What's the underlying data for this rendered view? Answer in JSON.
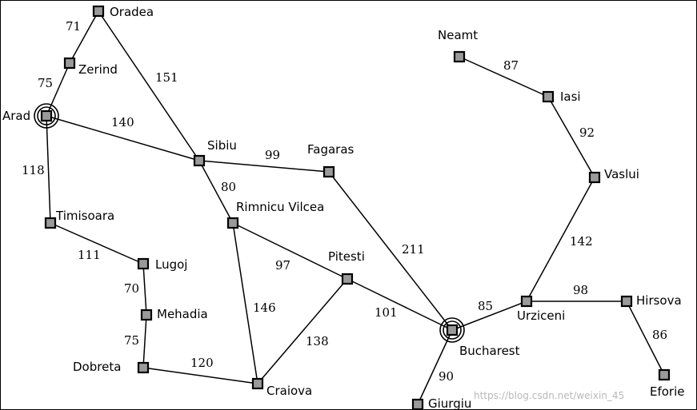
{
  "cities": [
    {
      "id": "oradea",
      "name": "Oradea"
    },
    {
      "id": "zerind",
      "name": "Zerind"
    },
    {
      "id": "arad",
      "name": "Arad",
      "ringed": true
    },
    {
      "id": "sibiu",
      "name": "Sibiu"
    },
    {
      "id": "fagaras",
      "name": "Fagaras"
    },
    {
      "id": "timisoara",
      "name": "Timisoara"
    },
    {
      "id": "rimnicu-vilcea",
      "name": "Rimnicu Vilcea"
    },
    {
      "id": "lugoj",
      "name": "Lugoj"
    },
    {
      "id": "pitesti",
      "name": "Pitesti"
    },
    {
      "id": "mehadia",
      "name": "Mehadia"
    },
    {
      "id": "dobreta",
      "name": "Dobreta"
    },
    {
      "id": "craiova",
      "name": "Craiova"
    },
    {
      "id": "bucharest",
      "name": "Bucharest",
      "ringed": true
    },
    {
      "id": "giurgiu",
      "name": "Giurgiu"
    },
    {
      "id": "neamt",
      "name": "Neamt"
    },
    {
      "id": "iasi",
      "name": "Iasi"
    },
    {
      "id": "vaslui",
      "name": "Vaslui"
    },
    {
      "id": "urziceni",
      "name": "Urziceni"
    },
    {
      "id": "hirsova",
      "name": "Hirsova"
    },
    {
      "id": "eforie",
      "name": "Eforie"
    }
  ],
  "roads": [
    {
      "from": "oradea",
      "to": "zerind",
      "distance": "71"
    },
    {
      "from": "zerind",
      "to": "arad",
      "distance": "75"
    },
    {
      "from": "oradea",
      "to": "sibiu",
      "distance": "151"
    },
    {
      "from": "arad",
      "to": "sibiu",
      "distance": "140"
    },
    {
      "from": "arad",
      "to": "timisoara",
      "distance": "118"
    },
    {
      "from": "sibiu",
      "to": "fagaras",
      "distance": "99"
    },
    {
      "from": "sibiu",
      "to": "rimnicu-vilcea",
      "distance": "80"
    },
    {
      "from": "timisoara",
      "to": "lugoj",
      "distance": "111"
    },
    {
      "from": "lugoj",
      "to": "mehadia",
      "distance": "70"
    },
    {
      "from": "mehadia",
      "to": "dobreta",
      "distance": "75"
    },
    {
      "from": "dobreta",
      "to": "craiova",
      "distance": "120"
    },
    {
      "from": "rimnicu-vilcea",
      "to": "craiova",
      "distance": "146"
    },
    {
      "from": "rimnicu-vilcea",
      "to": "pitesti",
      "distance": "97"
    },
    {
      "from": "craiova",
      "to": "pitesti",
      "distance": "138"
    },
    {
      "from": "fagaras",
      "to": "bucharest",
      "distance": "211"
    },
    {
      "from": "pitesti",
      "to": "bucharest",
      "distance": "101"
    },
    {
      "from": "bucharest",
      "to": "giurgiu",
      "distance": "90"
    },
    {
      "from": "bucharest",
      "to": "urziceni",
      "distance": "85"
    },
    {
      "from": "urziceni",
      "to": "vaslui",
      "distance": "142"
    },
    {
      "from": "urziceni",
      "to": "hirsova",
      "distance": "98"
    },
    {
      "from": "hirsova",
      "to": "eforie",
      "distance": "86"
    },
    {
      "from": "vaslui",
      "to": "iasi",
      "distance": "92"
    },
    {
      "from": "iasi",
      "to": "neamt",
      "distance": "87"
    }
  ],
  "watermark": "https://blog.csdn.net/weixin_45"
}
